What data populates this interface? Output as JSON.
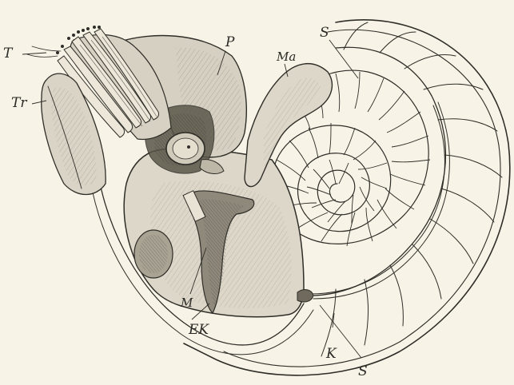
{
  "figure": {
    "labels": {
      "t": "T",
      "tr": "Tr",
      "p": "P",
      "ma": "Ma",
      "s_top": "S",
      "s_bottom": "S",
      "m": "M",
      "ek": "EK",
      "k": "K"
    },
    "colors": {
      "paper": "#f7f3e6",
      "ink": "#2f2d28",
      "body_shade": "#d9d4c5",
      "dark_shade": "#a9a394"
    }
  }
}
